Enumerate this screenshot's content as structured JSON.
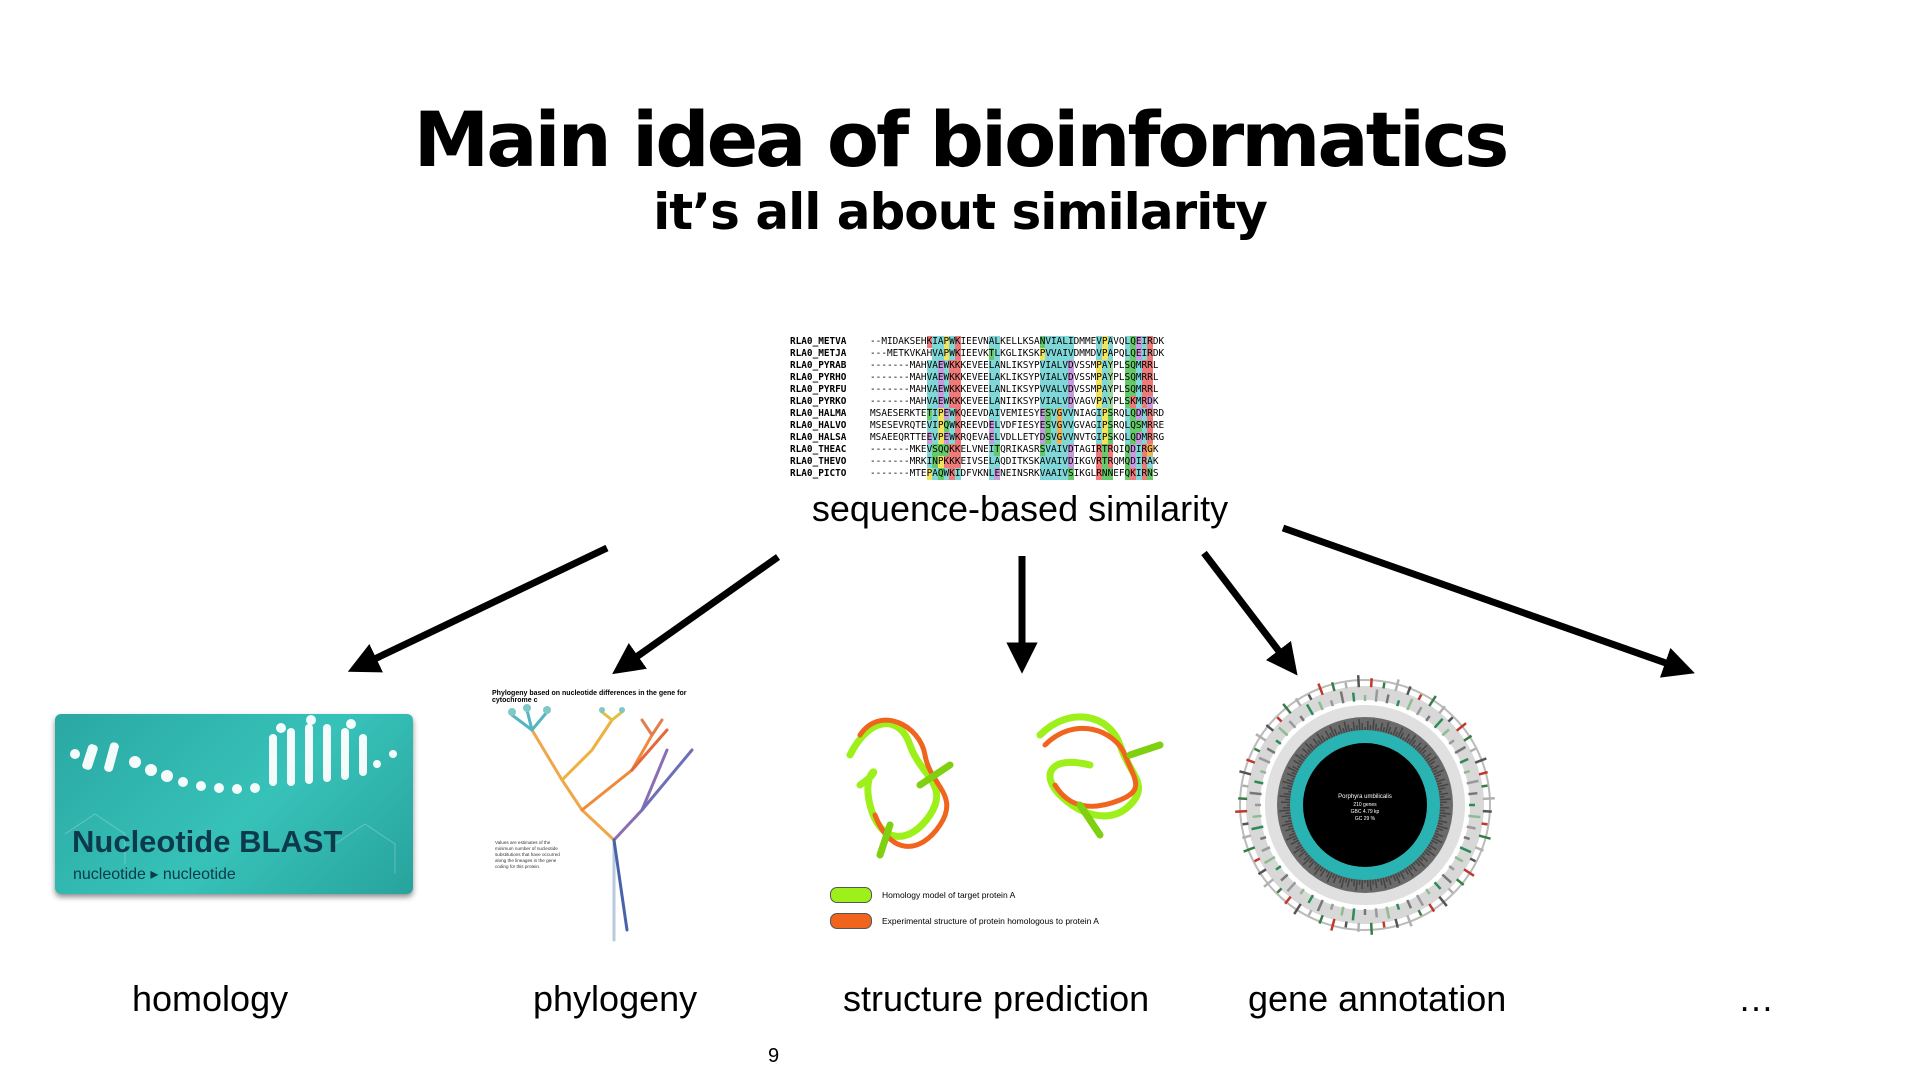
{
  "slide": {
    "title": "Main idea of bioinformatics",
    "subtitle": "it’s all about similarity",
    "page_number": "9"
  },
  "alignment": {
    "label": "sequence-based similarity",
    "rows": [
      {
        "name": "RLA0_METVA",
        "seq": "--MIDAKSEHKIAPWKIEEVNALKELLKSANVIALIDMMEVPAVQLQEIRDK"
      },
      {
        "name": "RLA0_METJA",
        "seq": "---METKVKAHVAPWKIEEVKTLKGLIKSKPVVAIVDMMDVPAPQLQEIRDK"
      },
      {
        "name": "RLA0_PYRAB",
        "seq": "-------MAHVAEWKKKEVEELANLIKSYPVIALVDVSSMPAYPLSQMRRL"
      },
      {
        "name": "RLA0_PYRHO",
        "seq": "-------MAHVAEWKKKEVEELAKLIKSYPVIALVDVSSMPAYPLSQMRRL"
      },
      {
        "name": "RLA0_PYRFU",
        "seq": "-------MAHVAEWKKKEVEELANLIKSYPVVALVDVSSMPAYPLSQMRRL"
      },
      {
        "name": "RLA0_PYRKO",
        "seq": "-------MAHVAEWKKKEVEELANIIKSYPVIALVDVAGVPAYPLSKMRDK"
      },
      {
        "name": "RLA0_HALMA",
        "seq": "MSAESERKTETIPEWKQEEVDAIVEMIESYESVGVVNIAGIPSRQLQDMRRD"
      },
      {
        "name": "RLA0_HALVO",
        "seq": "MSESEVRQTEVIPQWKREEVDELVDFIESYESVGVVGVAGIPSRQLQSMRRE"
      },
      {
        "name": "RLA0_HALSA",
        "seq": "MSAEEQRTTEEVPEWKRQEVAELVDLLETYDSVGVVNVTGIPSKQLQDMRRG"
      },
      {
        "name": "RLA0_THEAC",
        "seq": "-------MKEVSQQKKELVNEITQRIKASRSVAIVDTAGIRTRQIQDIRGK"
      },
      {
        "name": "RLA0_THEVO",
        "seq": "-------MRKINPKKKEIVSELAQDITKSKAVAIVDIKGVRTRQMQDIRAK"
      },
      {
        "name": "RLA0_PICTO",
        "seq": "-------MTEPAQWKIDFVKNLENEINSRKVAAIVSIKGLRNNEFQKIRNS"
      }
    ]
  },
  "panels": [
    {
      "label": "homology"
    },
    {
      "label": "phylogeny"
    },
    {
      "label": "structure prediction"
    },
    {
      "label": "gene annotation"
    },
    {
      "label": "…"
    }
  ],
  "blast": {
    "title": "Nucleotide BLAST",
    "subtitle": "nucleotide ▸ nucleotide"
  },
  "phylogeny": {
    "title": "Phylogeny based on nucleotide differences in the gene for cytochrome c",
    "note": "Values are estimates of the minimum number of nucleotide substitutions that have occurred along the lineages in the gene coding for this protein."
  },
  "structure": {
    "legend": [
      {
        "text": "Homology model of target protein A",
        "color": "#9ef01a"
      },
      {
        "text": "Experimental structure of protein homologous to protein A",
        "color": "#f0641e"
      }
    ]
  },
  "genome_map": {
    "center_lines": [
      "Porphyra umbilicalis",
      "210 genes",
      "GBC 4.79 kp",
      "GC 29 %"
    ]
  }
}
